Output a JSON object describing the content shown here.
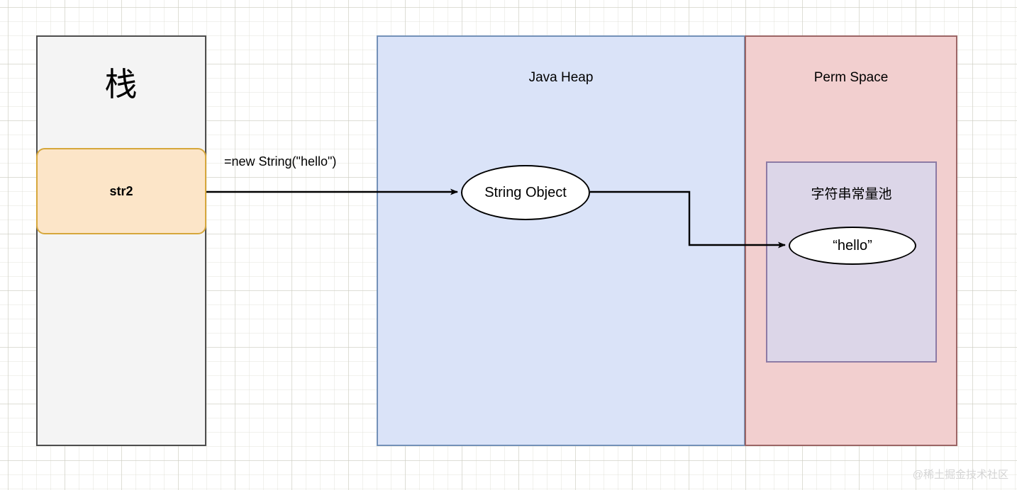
{
  "diagram": {
    "title_regions": {
      "stack": "栈",
      "heap": "Java  Heap",
      "perm": "Perm Space",
      "pool": "字符串常量池"
    },
    "nodes": {
      "stack_variable": "str2",
      "heap_object": "String Object",
      "pool_literal": "“hello”"
    },
    "edges": {
      "assignment_label": "=new String(\"hello\")"
    },
    "watermark": "@稀土掘金技术社区",
    "colors": {
      "stack_fill": "#f4f4f4",
      "stack_border": "#4d4d4d",
      "str2_fill": "#fce5c8",
      "str2_border": "#d6a73b",
      "heap_fill": "#dae3f8",
      "heap_border": "#7391b8",
      "perm_fill": "#f2cfcf",
      "perm_border": "#9b6565",
      "pool_fill": "#dcd6e8",
      "pool_border": "#8d7ba5",
      "ellipse_fill": "#ffffff",
      "edge_stroke": "#000000",
      "watermark_color": "#d4d4d4"
    }
  }
}
